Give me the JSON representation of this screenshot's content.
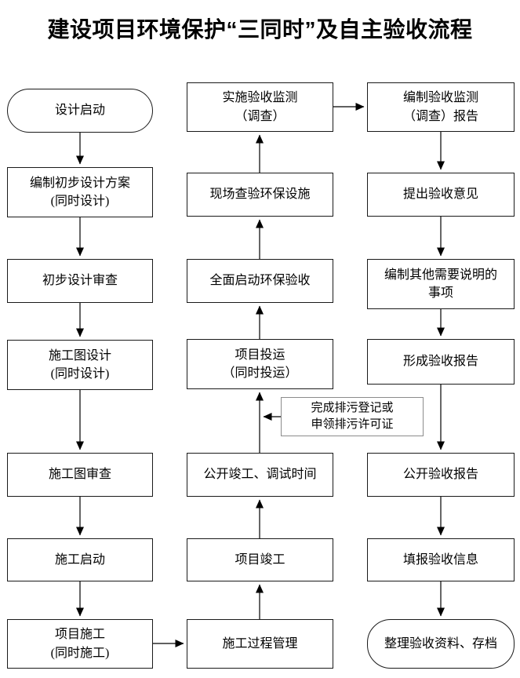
{
  "title": "建设项目环境保护“三同时”及自主验收流程",
  "nodes": {
    "left": [
      {
        "label": "设计启动"
      },
      {
        "label": "编制初步设计方案\n(同时设计)"
      },
      {
        "label": "初步设计审查"
      },
      {
        "label": "施工图设计\n(同时设计)"
      },
      {
        "label": "施工图审查"
      },
      {
        "label": "施工启动"
      },
      {
        "label": "项目施工\n(同时施工)"
      }
    ],
    "middle": [
      {
        "label": "实施验收监测\n（调查）"
      },
      {
        "label": "现场查验环保设施"
      },
      {
        "label": "全面启动环保验收"
      },
      {
        "label": "项目投运\n（同时投运）"
      },
      {
        "label": "公开竣工、调试时间"
      },
      {
        "label": "项目竣工"
      },
      {
        "label": "施工过程管理"
      }
    ],
    "side": {
      "label": "完成排污登记或\n申领排污许可证"
    },
    "right": [
      {
        "label": "编制验收监测\n（调查）报告"
      },
      {
        "label": "提出验收意见"
      },
      {
        "label": "编制其他需要说明的\n事项"
      },
      {
        "label": "形成验收报告"
      },
      {
        "label": "公开验收报告"
      },
      {
        "label": "填报验收信息"
      },
      {
        "label": "整理验收资料、存档"
      }
    ]
  }
}
